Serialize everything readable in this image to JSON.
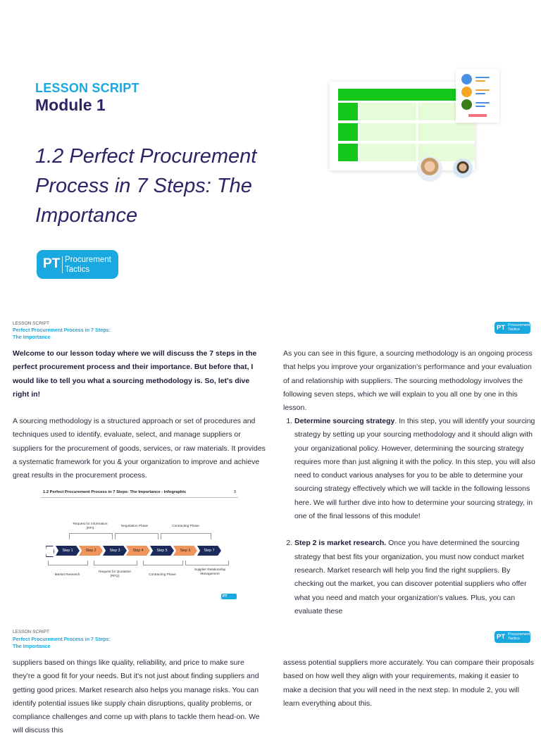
{
  "cover": {
    "lesson_label": "LESSON SCRIPT",
    "module_label": "Module 1",
    "title": "1.2 Perfect Procurement Process in 7 Steps: The Importance",
    "logo": {
      "mark": "PT",
      "line1": "Procurement",
      "line2": "Tactics"
    }
  },
  "page_header": {
    "small": "LESSON SCRIPT",
    "title_line1": "Perfect Procurement Process in 7 Steps:",
    "title_line2": "The Importance",
    "logo": {
      "mark": "PT",
      "line1": "Procurement",
      "line2": "Tactics"
    }
  },
  "page2": {
    "intro_bold": "Welcome to our lesson today where we will discuss the 7 steps in the perfect procurement process and their importance. But before that, I would like to tell you what a sourcing methodology is. So, let's dive right in!",
    "definition": "A sourcing methodology is a structured approach or set of procedures and techniques used to identify, evaluate, select, and manage suppliers or suppliers for the procurement of goods, services, or raw materials. It provides a systematic framework for you & your organization to improve and achieve great results in the procurement process.",
    "right_intro": "As you can see in this figure, a sourcing methodology is an ongoing process that helps you improve your organization's performance and your evaluation of and relationship with suppliers. The sourcing methodology involves the following seven steps, which we will explain to you all one by one in this lesson.",
    "step1_title": "Determine sourcing strategy",
    "step1_text": ". In this step, you will identify your sourcing strategy by setting up your sourcing methodology and it should align with your organizational policy. However, determining the sourcing strategy requires more than just aligning it with the policy. In this step, you will also need to conduct various analyses for you to be able to determine your sourcing strategy effectively which we will tackle in the following lessons here.  We will further dive into how to determine your sourcing strategy, in one of the final lessons of this module!",
    "step2_title": "Step 2 is market research.",
    "step2_text": " Once you have determined the sourcing strategy that best fits your organization, you must now conduct market research. Market research will help you find the right suppliers. By checking out the market, you can discover potential suppliers who offer what you need and match your organization's values. Plus, you can evaluate these"
  },
  "infographic": {
    "title": "1.2 Perfect Procurement Process in 7 Steps: The Importance - Infographic",
    "page_number": "3",
    "steps": [
      "Step 1",
      "Step 2",
      "Step 3",
      "Step 4",
      "Step 5",
      "Step 6",
      "Step 7"
    ],
    "top_labels": [
      "Request for Information (RFI)",
      "Negotiation Phase",
      "Contracting Phase"
    ],
    "bottom_labels": [
      "Market Research",
      "Request for Quotation (RFQ)",
      "Contracting Phase",
      "Supplier Relationship Management"
    ],
    "logo_mark": "PT",
    "colors": {
      "dark": "#1b2a5a",
      "orange": "#f0955b"
    }
  },
  "page3": {
    "left_text": "suppliers based on things like quality, reliability, and price to make sure they're a good fit for your needs. But it's not just about finding suppliers and getting good prices. Market research also helps you manage risks. You can identify potential issues like supply chain disruptions, quality problems, or compliance challenges and come up with plans to tackle them head-on. We will discuss this",
    "right_text": "assess potential suppliers more accurately. You can compare their proposals based on how well they align with your requirements, making it easier to make a decision that you will need in the next step. In module 2, you will learn everything about this."
  },
  "colors": {
    "accent": "#1aa8e0",
    "navy": "#2b2466",
    "green": "#15c61b"
  }
}
